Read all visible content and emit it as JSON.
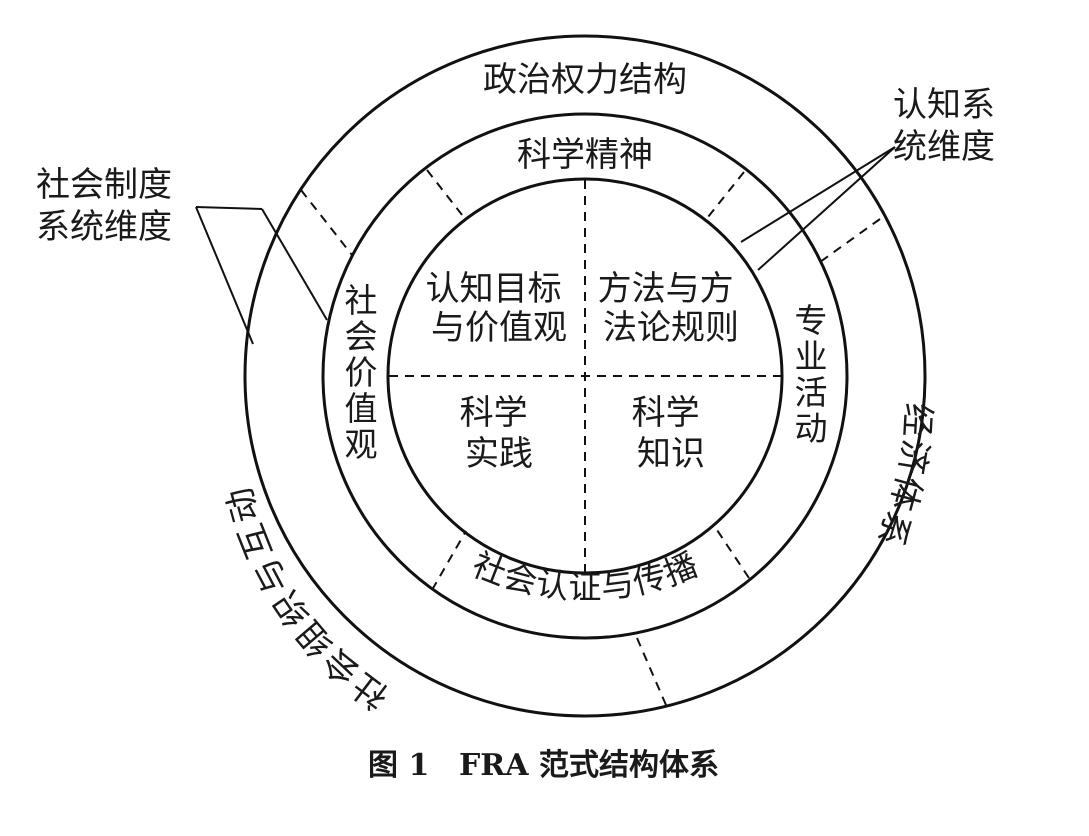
{
  "rings": {
    "outer": {
      "top": "政治权力结构",
      "left": "社会组织与互动",
      "right": "经济体系"
    },
    "middle": {
      "top": "科学精神",
      "left": "社会价值观",
      "right": "专业活动",
      "bottom": "社会认证与传播"
    }
  },
  "core": {
    "top_left": [
      "认知目标",
      "与价值观"
    ],
    "top_right": [
      "方法与方",
      "法论规则"
    ],
    "bottom_left": [
      "科学",
      "实践"
    ],
    "bottom_right": [
      "科学",
      "知识"
    ]
  },
  "callouts": {
    "social": [
      "社会制度",
      "系统维度"
    ],
    "cognitive": [
      "认知系",
      "统维度"
    ]
  },
  "caption": {
    "number": "图 1",
    "title": "FRA 范式结构体系"
  }
}
